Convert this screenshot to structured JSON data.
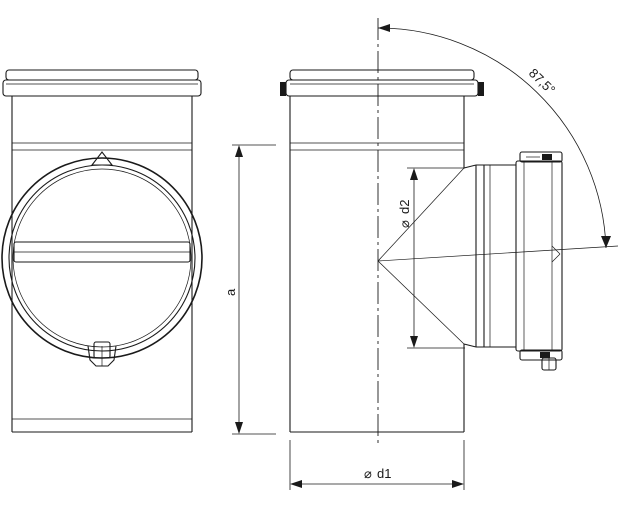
{
  "labels": {
    "angle": "87,5°",
    "d2": "d2",
    "d1": "d1",
    "a": "a",
    "diameter_symbol": "⌀"
  },
  "colors": {
    "stroke": "#1a1a1a",
    "background": "#ffffff"
  }
}
